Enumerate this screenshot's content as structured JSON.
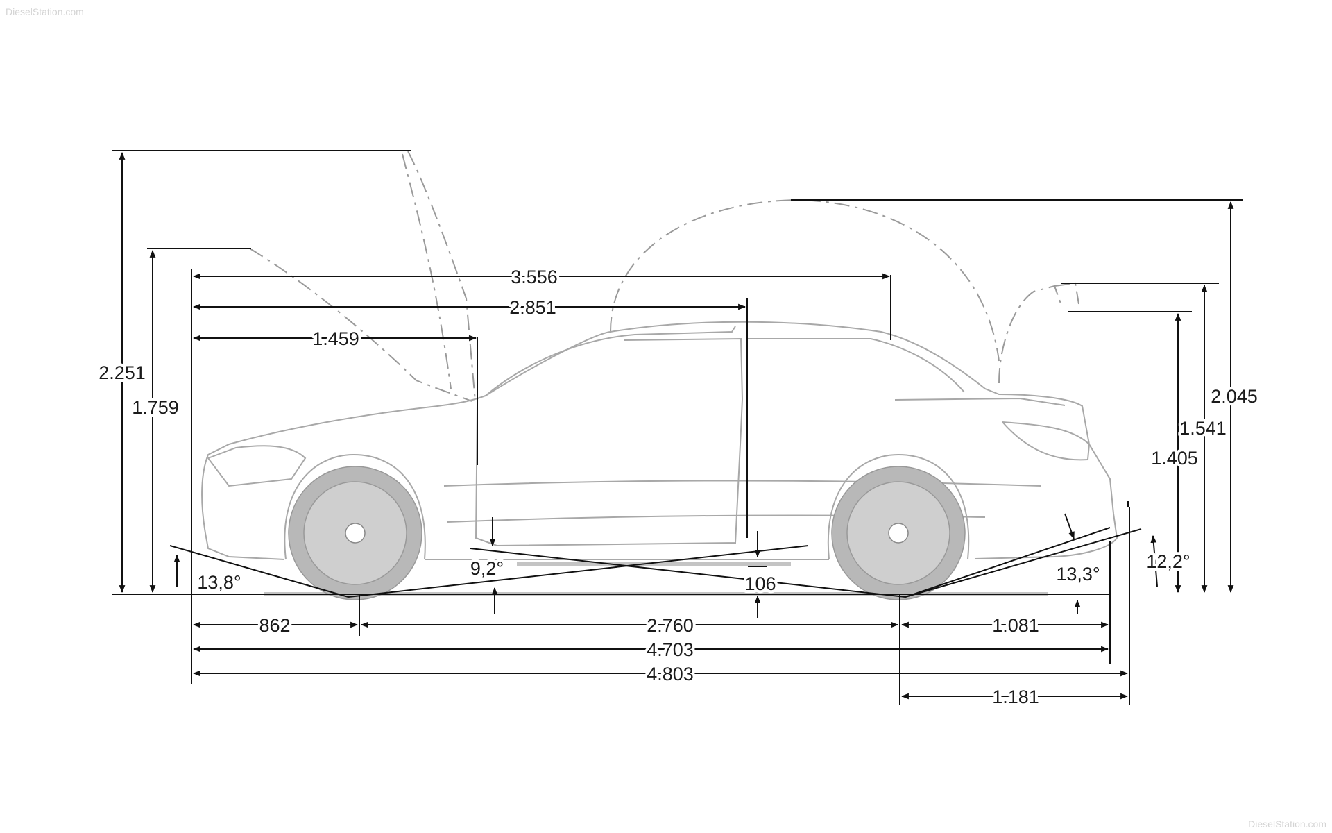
{
  "watermark_top_left": "DieselStation.com",
  "watermark_bottom_right": "DieselStation.com",
  "dimensions": {
    "height_hood_open": "2.251",
    "height_hood_front": "1.759",
    "roof_to_front": "3.556",
    "b_pillar_to_front": "2.851",
    "hood_rear_to_front": "1.459",
    "height_roof_open": "2.045",
    "height_trunk_open": "1.541",
    "height_overall": "1.405",
    "approach_angle": "13,8°",
    "ramp_angle": "9,2°",
    "ground_clearance": "106",
    "departure_angle": "13,3°",
    "departure_angle_hitch": "12,2°",
    "front_overhang": "862",
    "wheelbase": "2.760",
    "rear_overhang": "1.081",
    "length": "4.703",
    "length_with_hitch": "4.803",
    "rear_overhang_hitch": "1.181"
  }
}
